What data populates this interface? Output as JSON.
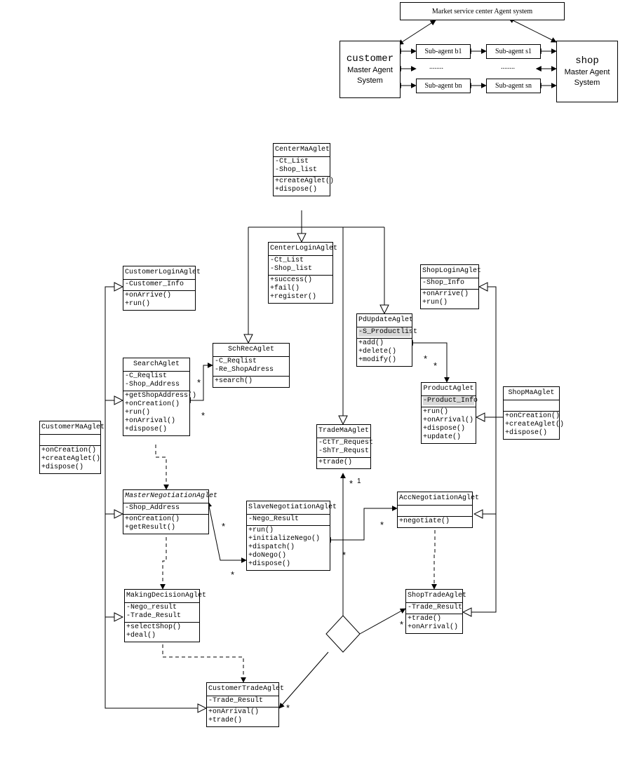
{
  "top_diagram": {
    "center_system": "Market service center Agent system",
    "customer_system": {
      "head": "customer",
      "line1": "Master Agent",
      "line2": "System"
    },
    "shop_system": {
      "head": "shop",
      "line1": "Master Agent",
      "line2": "System"
    },
    "sub_agents": {
      "b1": "Sub-agent b1",
      "s1": "Sub-agent s1",
      "bn": "Sub-agent bn",
      "sn": "Sub-agent sn",
      "ellipsis_left": "........",
      "ellipsis_right": "........"
    }
  },
  "classes": {
    "center_ma": {
      "name": "CenterMaAglet",
      "attrs": [
        "-Ct_List",
        "-Shop_list"
      ],
      "ops": [
        "+createAglet()",
        "+dispose()"
      ]
    },
    "center_login": {
      "name": "CenterLoginAglet",
      "attrs": [
        "-Ct_List",
        "-Shop_list"
      ],
      "ops": [
        "+success()",
        "+fail()",
        "+register()"
      ]
    },
    "customer_login": {
      "name": "CustomerLoginAglet",
      "attrs": [
        "-Customer_Info"
      ],
      "ops": [
        "+onArrive()",
        "+run()"
      ]
    },
    "shop_login": {
      "name": "ShopLoginAglet",
      "attrs": [
        "-Shop_Info"
      ],
      "ops": [
        "+onArrive()",
        "+run()"
      ]
    },
    "pd_update": {
      "name": "PdUpdateAglet",
      "attrs": [
        "-S_Productlist"
      ],
      "ops": [
        "+add()",
        "+delete()",
        "+modify()"
      ]
    },
    "sch_rec": {
      "name": "SchRecAglet",
      "attrs": [
        "-C_Reqlist",
        "-Re_ShopAdress"
      ],
      "ops": [
        "+search()"
      ]
    },
    "search": {
      "name": "SearchAglet",
      "attrs": [
        "-C_Reqlist",
        "-Shop_Address"
      ],
      "ops": [
        "+getShopAddress()",
        "+onCreation()",
        "+run()",
        "+onArrival()",
        "+dispose()"
      ]
    },
    "product": {
      "name": "ProductAglet",
      "attrs": [
        "-Product_Info"
      ],
      "ops": [
        "+run()",
        "+onArrival()",
        "+dispose()",
        "+update()"
      ]
    },
    "shop_ma": {
      "name": "ShopMaAglet",
      "attrs": [
        ""
      ],
      "ops": [
        "+onCreation()",
        "+createAglet()",
        "+dispose()"
      ]
    },
    "customer_ma": {
      "name": "CustomerMaAglet",
      "attrs": [
        ""
      ],
      "ops": [
        "+onCreation()",
        "+createAglet()",
        "+dispose()"
      ]
    },
    "trade_ma": {
      "name": "TradeMaAglet",
      "attrs": [
        "-CtTr_Request",
        "-ShTr_Requst"
      ],
      "ops": [
        "+trade()"
      ]
    },
    "master_nego": {
      "name": "MasterNegotiationAglet",
      "attrs": [
        "-Shop_Address"
      ],
      "ops": [
        "+onCreation()",
        "+getResult()"
      ]
    },
    "slave_nego": {
      "name": "SlaveNegotiationAglet",
      "attrs": [
        "-Nego_Result"
      ],
      "ops": [
        "+run()",
        "+initializeNego()",
        "+dispatch()",
        "+doNego()",
        "+dispose()"
      ]
    },
    "acc_nego": {
      "name": "AccNegotiationAglet",
      "attrs": [
        ""
      ],
      "ops": [
        "+negotiate()"
      ]
    },
    "making_decision": {
      "name": "MakingDecisionAglet",
      "attrs": [
        "-Nego_result",
        "-Trade_Result"
      ],
      "ops": [
        "+selectShop()",
        "+deal()"
      ]
    },
    "shop_trade": {
      "name": "ShopTradeAglet",
      "attrs": [
        "-Trade_Result"
      ],
      "ops": [
        "+trade()",
        "+onArrival()"
      ]
    },
    "customer_trade": {
      "name": "CustomerTradeAglet",
      "attrs": [
        "-Trade_Result"
      ],
      "ops": [
        "+onArrival()",
        "+trade()"
      ]
    }
  },
  "multiplicities": {
    "many": "*",
    "one": "1"
  }
}
